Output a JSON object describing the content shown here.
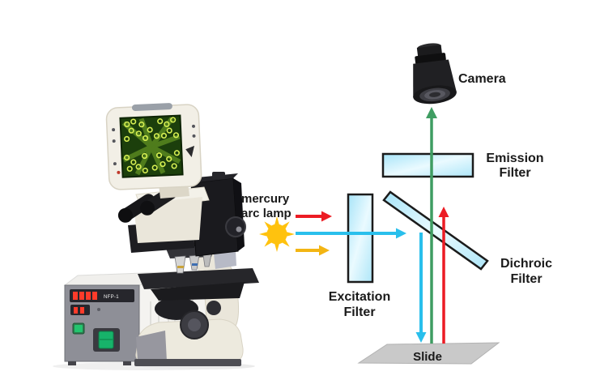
{
  "diagram": {
    "lamp_label": {
      "line1": "mercury",
      "line2": "arc lamp"
    },
    "camera_label": "Camera",
    "emission_filter_label": {
      "line1": "Emission",
      "line2": "Filter"
    },
    "excitation_filter_label": {
      "line1": "Excitation",
      "line2": "Filter"
    },
    "dichroic_filter_label": {
      "line1": "Dichroic",
      "line2": "Filter"
    },
    "slide_label": "Slide",
    "colors": {
      "excitation_beam_cyan": "#29bfec",
      "emitted_beam_green": "#3f9d62",
      "red_beam": "#ec1c24",
      "yellow_beam": "#f3b513",
      "sun_yellow": "#ffc20e",
      "filter_fill_light": "#eafaff",
      "filter_fill_dark": "#a8e4f8",
      "filter_border": "#1b1b1b",
      "slide_gray": "#c9c9c9",
      "label_text": "#1a1a1a"
    }
  },
  "microscope_photo": {
    "alt": "fluorescence microscope with LCD screen showing green fluorescent specimen and mercury lamp power supply",
    "power_supply_model": "NFP-1"
  }
}
